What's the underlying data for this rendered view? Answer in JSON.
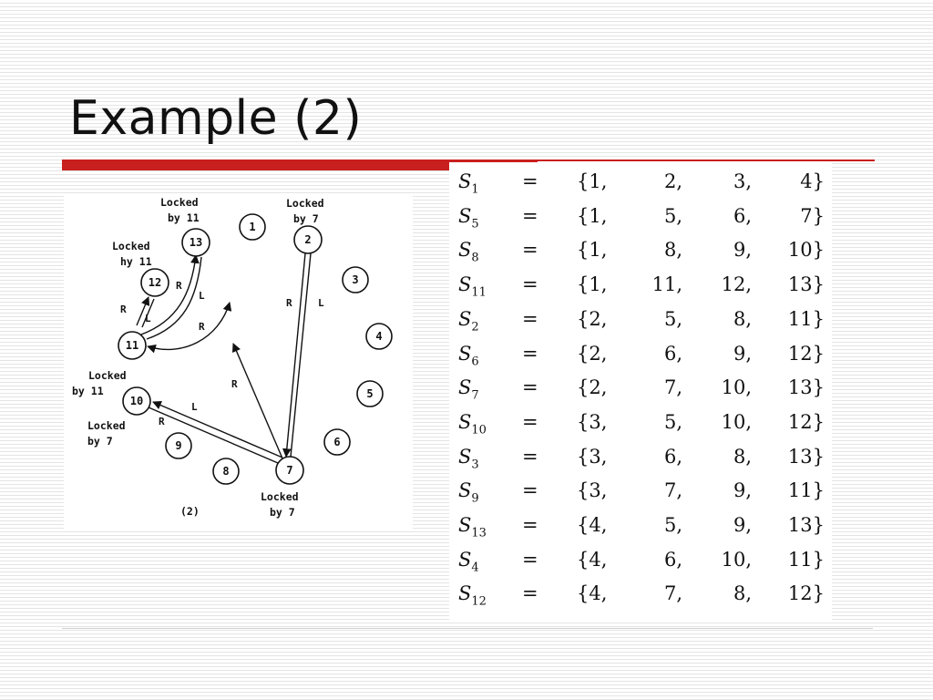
{
  "slide": {
    "title": "Example (2)"
  },
  "figure": {
    "caption": "(2)",
    "nodes": [
      "1",
      "2",
      "3",
      "4",
      "5",
      "6",
      "7",
      "8",
      "9",
      "10",
      "11",
      "12",
      "13"
    ],
    "locks": {
      "node13": [
        "Locked",
        "by 11"
      ],
      "node2": [
        "Locked",
        "by 7"
      ],
      "node12": [
        "Locked",
        "hy 11"
      ],
      "node10_upper": [
        "Locked",
        "by 11"
      ],
      "node10_lower": [
        "Locked",
        "by 7"
      ],
      "node7": [
        "Locked",
        "by 7"
      ]
    },
    "edge_labels": {
      "r": "R",
      "l": "L"
    }
  },
  "sets": [
    {
      "name": "S",
      "sub": "1",
      "eq": "=",
      "a": "{1,",
      "b": "2,",
      "c": "3,",
      "d": "4}"
    },
    {
      "name": "S",
      "sub": "5",
      "eq": "=",
      "a": "{1,",
      "b": "5,",
      "c": "6,",
      "d": "7}"
    },
    {
      "name": "S",
      "sub": "8",
      "eq": "=",
      "a": "{1,",
      "b": "8,",
      "c": "9,",
      "d": "10}"
    },
    {
      "name": "S",
      "sub": "11",
      "eq": "=",
      "a": "{1,",
      "b": "11,",
      "c": "12,",
      "d": "13}"
    },
    {
      "name": "S",
      "sub": "2",
      "eq": "=",
      "a": "{2,",
      "b": "5,",
      "c": "8,",
      "d": "11}"
    },
    {
      "name": "S",
      "sub": "6",
      "eq": "=",
      "a": "{2,",
      "b": "6,",
      "c": "9,",
      "d": "12}"
    },
    {
      "name": "S",
      "sub": "7",
      "eq": "=",
      "a": "{2,",
      "b": "7,",
      "c": "10,",
      "d": "13}"
    },
    {
      "name": "S",
      "sub": "10",
      "eq": "=",
      "a": "{3,",
      "b": "5,",
      "c": "10,",
      "d": "12}"
    },
    {
      "name": "S",
      "sub": "3",
      "eq": "=",
      "a": "{3,",
      "b": "6,",
      "c": "8,",
      "d": "13}"
    },
    {
      "name": "S",
      "sub": "9",
      "eq": "=",
      "a": "{3,",
      "b": "7,",
      "c": "9,",
      "d": "11}"
    },
    {
      "name": "S",
      "sub": "13",
      "eq": "=",
      "a": "{4,",
      "b": "5,",
      "c": "9,",
      "d": "13}"
    },
    {
      "name": "S",
      "sub": "4",
      "eq": "=",
      "a": "{4,",
      "b": "6,",
      "c": "10,",
      "d": "11}"
    },
    {
      "name": "S",
      "sub": "12",
      "eq": "=",
      "a": "{4,",
      "b": "7,",
      "c": "8,",
      "d": "12}"
    }
  ],
  "theme": {
    "accent": "#c8201f",
    "text": "#111111",
    "background_line": "#e4e4e4"
  }
}
